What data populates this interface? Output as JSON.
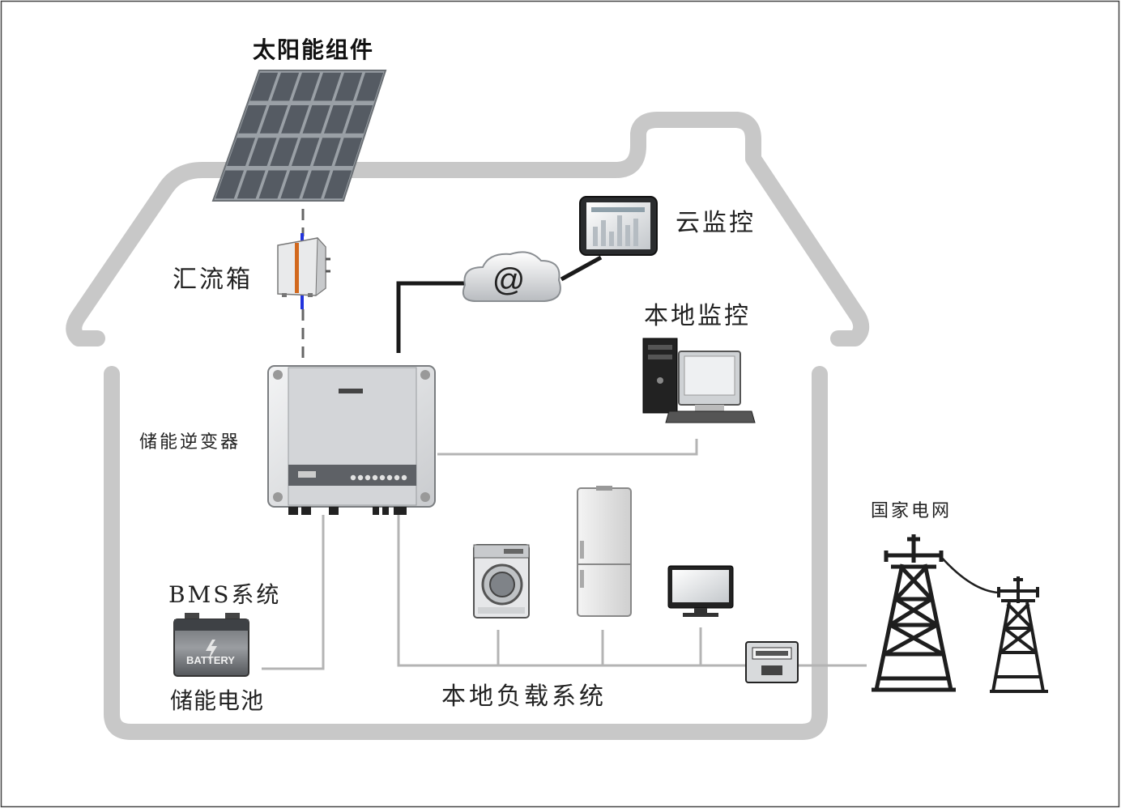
{
  "labels": {
    "solar": "太阳能组件",
    "combiner": "汇流箱",
    "cloud": "云监控",
    "local_monitor": "本地监控",
    "inverter": "储能逆变器",
    "grid": "国家电网",
    "bms": "BMS系统",
    "battery": "储能电池",
    "load": "本地负载系统"
  },
  "cloud_symbol": "@",
  "battery_text": "BATTERY",
  "colors": {
    "house_outline": "#c8c8c8",
    "wire_light": "#b4b4b4",
    "wire_dark": "#1a1a1a",
    "panel_cell": "#555b63",
    "device_body": "#e4e5e7"
  }
}
